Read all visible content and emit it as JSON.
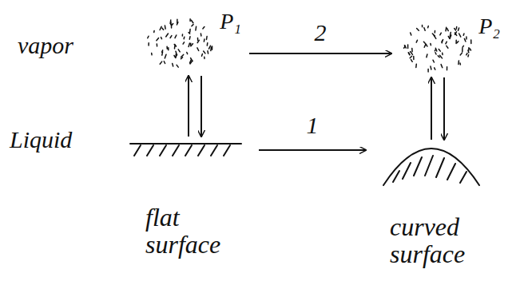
{
  "diagram": {
    "nodes": [
      {
        "text": [
          "P₁"
        ]
      },
      {
        "text": [
          "P₂"
        ]
      },
      {
        "text": [
          "flat surface"
        ]
      },
      {
        "text": [
          "curved surface"
        ]
      }
    ],
    "edges": [
      {
        "from": 0,
        "to": 1,
        "label": "2",
        "arrow": "to"
      },
      {
        "from": 2,
        "to": 3,
        "label": "1",
        "arrow": "to"
      },
      {
        "from": 2,
        "to": 0,
        "arrow": "to"
      },
      {
        "from": 0,
        "to": 2,
        "arrow": "to"
      },
      {
        "from": 3,
        "to": 1,
        "arrow": "to"
      },
      {
        "from": 1,
        "to": 3,
        "arrow": "to"
      }
    ],
    "labels": [
      "vapor",
      "Liquid"
    ]
  }
}
